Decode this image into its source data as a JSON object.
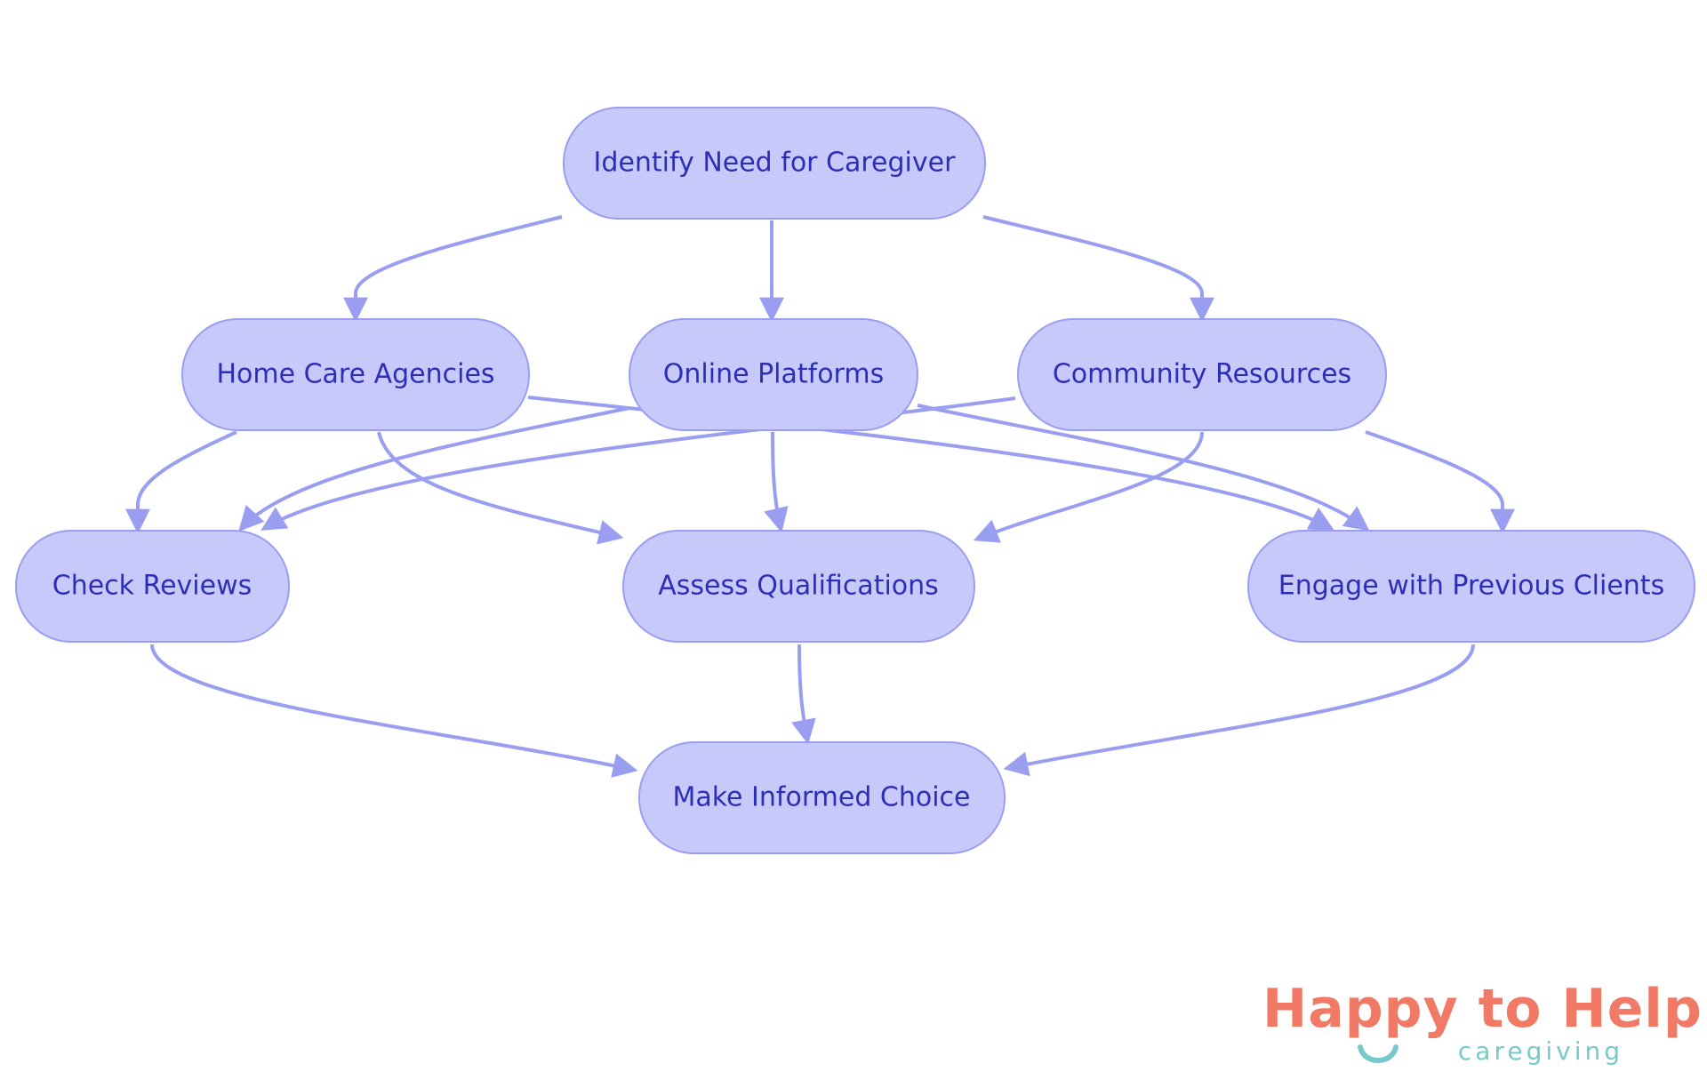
{
  "colors": {
    "node_fill": "#c8c9fb",
    "node_stroke": "#9a9ef0",
    "node_text": "#2c2fb5",
    "edge": "#9a9ef0",
    "logo_main": "#f07a66",
    "logo_sub": "#77c9cb"
  },
  "nodes": {
    "identify": "Identify Need for Caregiver",
    "agencies": "Home Care Agencies",
    "online": "Online Platforms",
    "community": "Community Resources",
    "reviews": "Check Reviews",
    "qualifications": "Assess Qualifications",
    "clients": "Engage with Previous Clients",
    "choice": "Make Informed Choice"
  },
  "edges": [
    {
      "from": "identify",
      "to": "agencies"
    },
    {
      "from": "identify",
      "to": "online"
    },
    {
      "from": "identify",
      "to": "community"
    },
    {
      "from": "agencies",
      "to": "reviews"
    },
    {
      "from": "agencies",
      "to": "qualifications"
    },
    {
      "from": "agencies",
      "to": "clients"
    },
    {
      "from": "online",
      "to": "reviews"
    },
    {
      "from": "online",
      "to": "qualifications"
    },
    {
      "from": "online",
      "to": "clients"
    },
    {
      "from": "community",
      "to": "reviews"
    },
    {
      "from": "community",
      "to": "qualifications"
    },
    {
      "from": "community",
      "to": "clients"
    },
    {
      "from": "reviews",
      "to": "choice"
    },
    {
      "from": "qualifications",
      "to": "choice"
    },
    {
      "from": "clients",
      "to": "choice"
    }
  ],
  "logo": {
    "main": "Happy to Help",
    "sub": "caregiving"
  }
}
